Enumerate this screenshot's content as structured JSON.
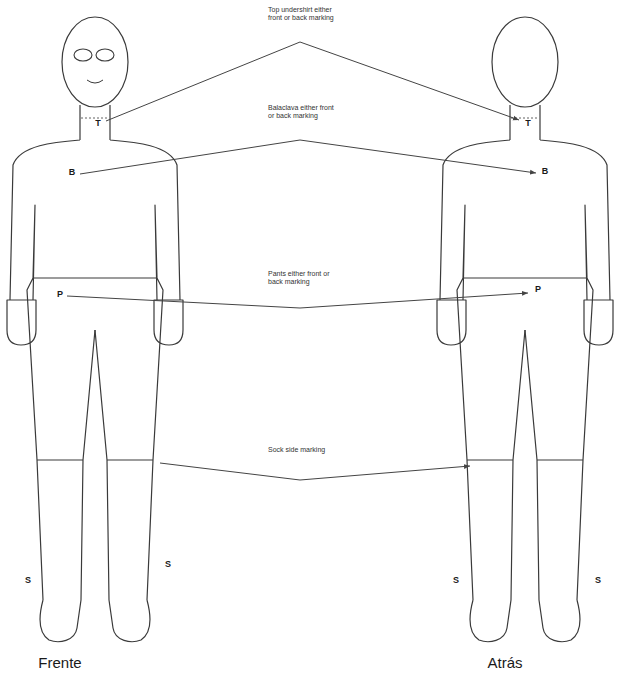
{
  "diagram": {
    "labels": [
      "T",
      "Top undershirt either front or back marking",
      "T",
      "B",
      "Balaclava either front or back marking",
      "B",
      "P",
      "Pants either front or back marking",
      "P",
      "S",
      "S",
      "Sock side marking",
      "S",
      "S",
      "Frente",
      "Atrás"
    ]
  }
}
